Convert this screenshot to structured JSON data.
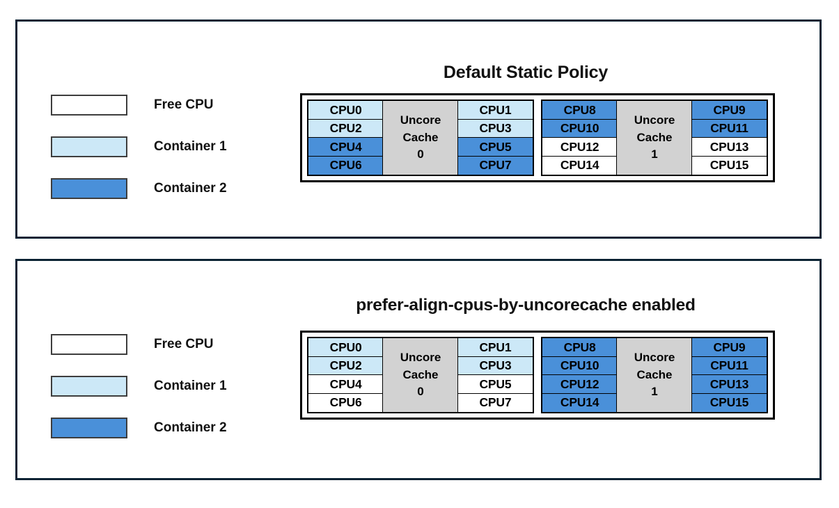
{
  "colors": {
    "free_cpu": "#ffffff",
    "container1": "#cce8f7",
    "container2": "#4a90d9",
    "uncore_cache": "#d2d2d2",
    "panel_border": "#0a2233",
    "cell_border": "#000000",
    "text": "#000000"
  },
  "legend": {
    "rows": [
      {
        "label": "Free CPU",
        "fill": "#ffffff"
      },
      {
        "label": "Container 1",
        "fill": "#cce8f7"
      },
      {
        "label": "Container 2",
        "fill": "#4a90d9"
      }
    ]
  },
  "panels": [
    {
      "title": "Default Static Policy",
      "groups": [
        {
          "cache_label_line1": "Uncore",
          "cache_label_line2": "Cache",
          "cache_label_line3": "0",
          "left_column": [
            {
              "label": "CPU0",
              "fill": "#cce8f7",
              "assignment": "Container 1"
            },
            {
              "label": "CPU2",
              "fill": "#cce8f7",
              "assignment": "Container 1"
            },
            {
              "label": "CPU4",
              "fill": "#4a90d9",
              "assignment": "Container 2"
            },
            {
              "label": "CPU6",
              "fill": "#4a90d9",
              "assignment": "Container 2"
            }
          ],
          "right_column": [
            {
              "label": "CPU1",
              "fill": "#cce8f7",
              "assignment": "Container 1"
            },
            {
              "label": "CPU3",
              "fill": "#cce8f7",
              "assignment": "Container 1"
            },
            {
              "label": "CPU5",
              "fill": "#4a90d9",
              "assignment": "Container 2"
            },
            {
              "label": "CPU7",
              "fill": "#4a90d9",
              "assignment": "Container 2"
            }
          ]
        },
        {
          "cache_label_line1": "Uncore",
          "cache_label_line2": "Cache",
          "cache_label_line3": "1",
          "left_column": [
            {
              "label": "CPU8",
              "fill": "#4a90d9",
              "assignment": "Container 2"
            },
            {
              "label": "CPU10",
              "fill": "#4a90d9",
              "assignment": "Container 2"
            },
            {
              "label": "CPU12",
              "fill": "#ffffff",
              "assignment": "Free CPU"
            },
            {
              "label": "CPU14",
              "fill": "#ffffff",
              "assignment": "Free CPU"
            }
          ],
          "right_column": [
            {
              "label": "CPU9",
              "fill": "#4a90d9",
              "assignment": "Container 2"
            },
            {
              "label": "CPU11",
              "fill": "#4a90d9",
              "assignment": "Container 2"
            },
            {
              "label": "CPU13",
              "fill": "#ffffff",
              "assignment": "Free CPU"
            },
            {
              "label": "CPU15",
              "fill": "#ffffff",
              "assignment": "Free CPU"
            }
          ]
        }
      ]
    },
    {
      "title": "prefer-align-cpus-by-uncorecache enabled",
      "groups": [
        {
          "cache_label_line1": "Uncore",
          "cache_label_line2": "Cache",
          "cache_label_line3": "0",
          "left_column": [
            {
              "label": "CPU0",
              "fill": "#cce8f7",
              "assignment": "Container 1"
            },
            {
              "label": "CPU2",
              "fill": "#cce8f7",
              "assignment": "Container 1"
            },
            {
              "label": "CPU4",
              "fill": "#ffffff",
              "assignment": "Free CPU"
            },
            {
              "label": "CPU6",
              "fill": "#ffffff",
              "assignment": "Free CPU"
            }
          ],
          "right_column": [
            {
              "label": "CPU1",
              "fill": "#cce8f7",
              "assignment": "Container 1"
            },
            {
              "label": "CPU3",
              "fill": "#cce8f7",
              "assignment": "Container 1"
            },
            {
              "label": "CPU5",
              "fill": "#ffffff",
              "assignment": "Free CPU"
            },
            {
              "label": "CPU7",
              "fill": "#ffffff",
              "assignment": "Free CPU"
            }
          ]
        },
        {
          "cache_label_line1": "Uncore",
          "cache_label_line2": "Cache",
          "cache_label_line3": "1",
          "left_column": [
            {
              "label": "CPU8",
              "fill": "#4a90d9",
              "assignment": "Container 2"
            },
            {
              "label": "CPU10",
              "fill": "#4a90d9",
              "assignment": "Container 2"
            },
            {
              "label": "CPU12",
              "fill": "#4a90d9",
              "assignment": "Container 2"
            },
            {
              "label": "CPU14",
              "fill": "#4a90d9",
              "assignment": "Container 2"
            }
          ],
          "right_column": [
            {
              "label": "CPU9",
              "fill": "#4a90d9",
              "assignment": "Container 2"
            },
            {
              "label": "CPU11",
              "fill": "#4a90d9",
              "assignment": "Container 2"
            },
            {
              "label": "CPU13",
              "fill": "#4a90d9",
              "assignment": "Container 2"
            },
            {
              "label": "CPU15",
              "fill": "#4a90d9",
              "assignment": "Container 2"
            }
          ]
        }
      ]
    }
  ]
}
